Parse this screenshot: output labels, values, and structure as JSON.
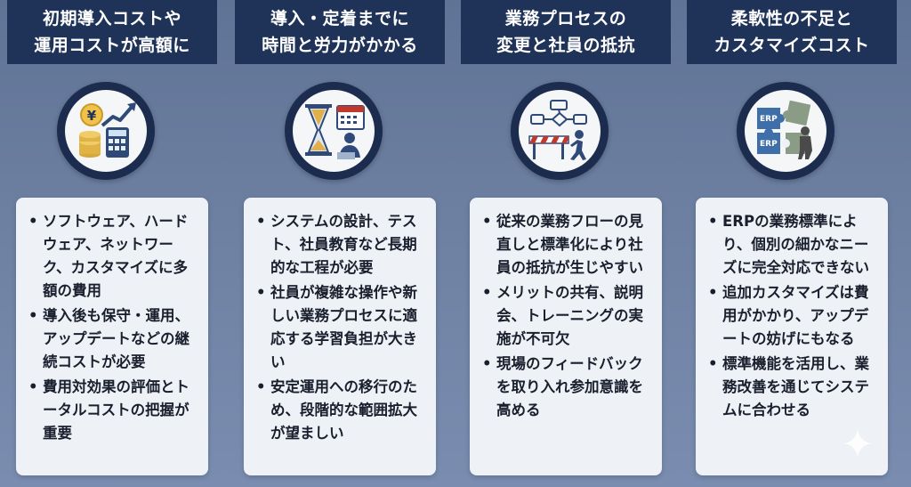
{
  "columns": [
    {
      "title_lines": [
        "初期導入コストや",
        "運用コストが高額に"
      ],
      "icon": "cost-chart-icon",
      "bullets": [
        "ソフトウェア、ハードウェア、ネットワーク、カスタマイズに多額の費用",
        "導入後も保守・運用、アップデートなどの継続コストが必要",
        "費用対効果の評価とトータルコストの把握が重要"
      ]
    },
    {
      "title_lines": [
        "導入・定着までに",
        "時間と労力がかかる"
      ],
      "icon": "hourglass-calendar-icon",
      "bullets": [
        "システムの設計、テスト、社員教育など長期的な工程が必要",
        "社員が複雑な操作や新しい業務プロセスに適応する学習負担が大きい",
        "安定運用への移行のため、段階的な範囲拡大が望ましい"
      ]
    },
    {
      "title_lines": [
        "業務プロセスの",
        "変更と社員の抵抗"
      ],
      "icon": "process-barrier-icon",
      "bullets": [
        "従来の業務フローの見直しと標準化により社員の抵抗が生じやすい",
        "メリットの共有、説明会、トレーニングの実施が不可欠",
        "現場のフィードバックを取り入れ参加意識を高める"
      ]
    },
    {
      "title_lines": [
        "柔軟性の不足と",
        "カスタマイズコスト"
      ],
      "icon": "erp-puzzle-icon",
      "icon_labels": [
        "ERP",
        "ERP"
      ],
      "bullets": [
        "ERPの業務標準により、個別の細かなニーズに完全対応できない",
        "追加カスタマイズは費用がかかり、アップデートの妨げにもなる",
        "標準機能を活用し、業務改善を通じてシステムに合わせる"
      ]
    }
  ],
  "colors": {
    "header_bg": "#1f3358",
    "card_bg": "#eef1f6",
    "page_bg": "#6d80a2"
  }
}
